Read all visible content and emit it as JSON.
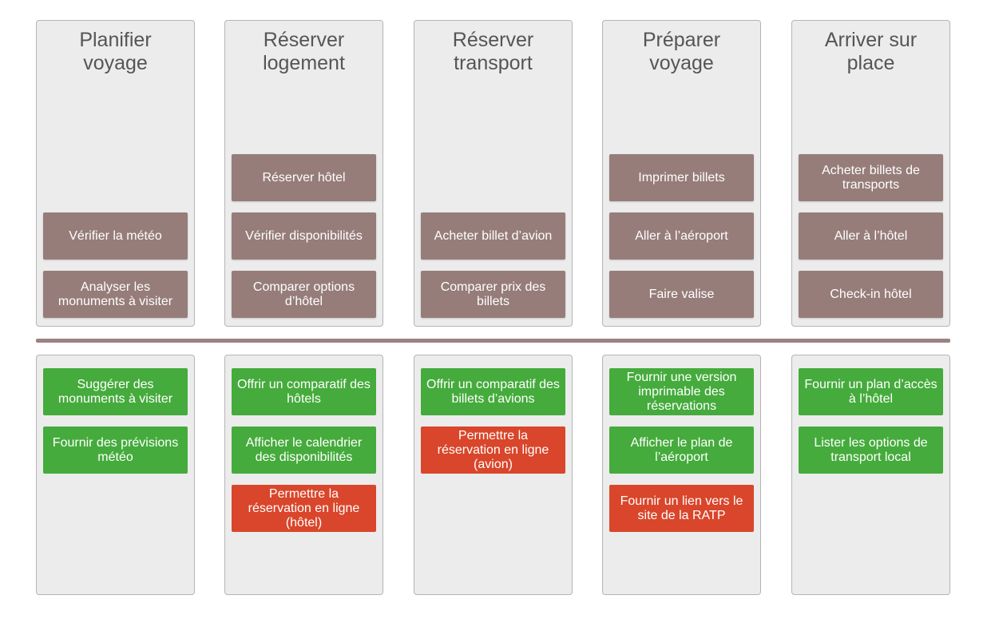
{
  "colors": {
    "activity": "#967d7a",
    "feature_green": "#45ab3c",
    "feature_red": "#d9462b",
    "panel": "#ececec",
    "divider": "#9b8280"
  },
  "columns": [
    {
      "title": "Planifier voyage",
      "activities": [
        "Vérifier la météo",
        "Analyser les monuments à visiter"
      ],
      "features": [
        {
          "label": "Suggérer des monuments à visiter",
          "status": "green"
        },
        {
          "label": "Fournir des prévisions météo",
          "status": "green"
        }
      ]
    },
    {
      "title": "Réserver logement",
      "activities": [
        "Réserver hôtel",
        "Vérifier disponibilités",
        "Comparer options d’hôtel"
      ],
      "features": [
        {
          "label": "Offrir un comparatif des hôtels",
          "status": "green"
        },
        {
          "label": "Afficher le calendrier des disponibilités",
          "status": "green"
        },
        {
          "label": "Permettre la réservation en ligne (hôtel)",
          "status": "red"
        }
      ]
    },
    {
      "title": "Réserver transport",
      "activities": [
        "Acheter billet d’avion",
        "Comparer prix des billets"
      ],
      "features": [
        {
          "label": "Offrir un comparatif des billets d’avions",
          "status": "green"
        },
        {
          "label": "Permettre la réservation en ligne (avion)",
          "status": "red"
        }
      ]
    },
    {
      "title": "Préparer voyage",
      "activities": [
        "Imprimer billets",
        "Aller à l’aéroport",
        "Faire valise"
      ],
      "features": [
        {
          "label": "Fournir une version imprimable des réservations",
          "status": "green"
        },
        {
          "label": "Afficher le plan de l’aéroport",
          "status": "green"
        },
        {
          "label": "Fournir un lien vers le site de la RATP",
          "status": "red"
        }
      ]
    },
    {
      "title": "Arriver sur place",
      "activities": [
        "Acheter billets de transports",
        "Aller à l’hôtel",
        "Check-in hôtel"
      ],
      "features": [
        {
          "label": "Fournir un plan d’accès à l’hôtel",
          "status": "green"
        },
        {
          "label": "Lister les options de transport local",
          "status": "green"
        }
      ]
    }
  ]
}
